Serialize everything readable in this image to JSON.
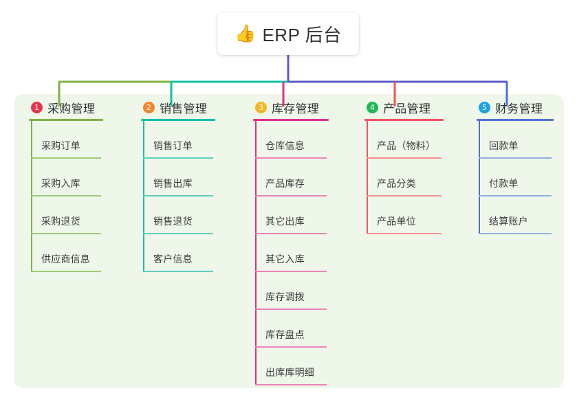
{
  "diagram": {
    "type": "mind-map",
    "root": {
      "icon": "thumbs-up-icon",
      "emoji": "👍",
      "title": "ERP 后台",
      "stem_color": "#5a5ac8"
    },
    "trunk_colors": [
      "#7cb342",
      "#13bfa6",
      "#5a5ac8"
    ],
    "panel_color": "#eef7e9",
    "branches": [
      {
        "index": "1",
        "title": "采购管理",
        "badge_color": "#e8344e",
        "line_color": "#7cb342",
        "leaf_color": "#9ccc78",
        "items": [
          "采购订单",
          "采购入库",
          "采购退货",
          "供应商信息"
        ]
      },
      {
        "index": "2",
        "title": "销售管理",
        "badge_color": "#f5852a",
        "line_color": "#13bfa6",
        "leaf_color": "#5fcfc0",
        "items": [
          "销售订单",
          "销售出库",
          "销售退货",
          "客户信息"
        ]
      },
      {
        "index": "3",
        "title": "库存管理",
        "badge_color": "#f5b721",
        "line_color": "#e0318c",
        "leaf_color": "#ee85b9",
        "items": [
          "仓库信息",
          "产品库存",
          "其它出库",
          "其它入库",
          "库存调拨",
          "库存盘点",
          "出库库明细"
        ]
      },
      {
        "index": "4",
        "title": "产品管理",
        "badge_color": "#1fb855",
        "line_color": "#f2535f",
        "leaf_color": "#f5918f",
        "items": [
          "产品（物料）",
          "产品分类",
          "产品单位"
        ]
      },
      {
        "index": "5",
        "title": "财务管理",
        "badge_color": "#1da1e0",
        "line_color": "#4f6fd4",
        "leaf_color": "#93aee2",
        "items": [
          "回款单",
          "付款单",
          "结算账户"
        ]
      }
    ]
  }
}
